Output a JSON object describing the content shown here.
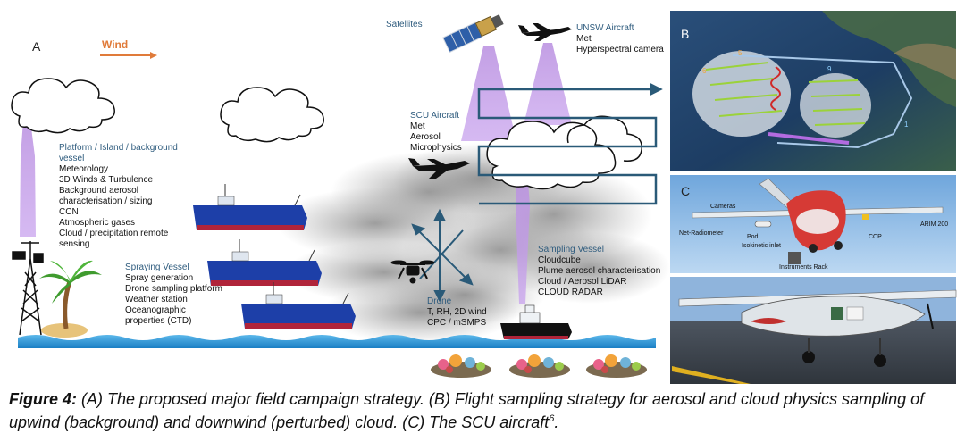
{
  "panel_a": {
    "letter": "A",
    "wind_label": "Wind",
    "satellites_label": "Satellites",
    "unsw_aircraft": {
      "title": "UNSW Aircraft",
      "lines": [
        "Met",
        "Hyperspectral camera"
      ]
    },
    "scu_aircraft": {
      "title": "SCU Aircraft",
      "lines": [
        "Met",
        "Aerosol",
        "Microphysics"
      ]
    },
    "platform": {
      "title_line1": "Platform / Island / background",
      "title_line2": "vessel",
      "lines": [
        "Meteorology",
        "3D Winds & Turbulence",
        "Background aerosol",
        "characterisation / sizing",
        "CCN",
        "Atmospheric gases",
        "Cloud / precipitation remote",
        "sensing"
      ]
    },
    "spraying_vessel": {
      "title": "Spraying Vessel",
      "lines": [
        "Spray generation",
        "Drone sampling platform",
        "Weather station",
        "Oceanographic",
        "properties (CTD)"
      ]
    },
    "drone": {
      "title": "Drone",
      "lines": [
        "T, RH, 2D wind",
        "CPC / mSMPS"
      ]
    },
    "sampling_vessel": {
      "title": "Sampling Vessel",
      "lines": [
        "Cloudcube",
        "Plume aerosol characterisation",
        "Cloud / Aerosol LiDAR",
        "CLOUD RADAR"
      ]
    }
  },
  "panel_b": {
    "letter": "B",
    "track_numbers": [
      "5",
      "6",
      "9",
      "1"
    ]
  },
  "panel_c": {
    "letter": "C",
    "labels": [
      "Cameras",
      "Net-Radiometer",
      "Pod",
      "Isokinetic inlet",
      "Instruments Rack",
      "CCP",
      "ARIM 200"
    ]
  },
  "caption": {
    "figure_label": "Figure 4:",
    "text": " (A) The proposed major field campaign strategy. (B) Flight sampling strategy for aerosol and cloud physics sampling of upwind (background) and downwind (perturbed) cloud. (C) The SCU aircraft",
    "superscript": "6",
    "end": "."
  },
  "colors": {
    "header_text": "#2f5c7e",
    "wind_arrow": "#e07b3a",
    "beam": "#b98fe0",
    "ship_hull": "#1d3fa8",
    "ship_stripe": "#b0243a",
    "flight_path": "#2a5a78",
    "sea": "#1e8fd6"
  },
  "icons": [
    "satellite-icon",
    "plane-icon",
    "drone-icon",
    "tower-icon",
    "palm-tree-icon",
    "ship-icon",
    "cloud-icon",
    "reef-icon"
  ]
}
